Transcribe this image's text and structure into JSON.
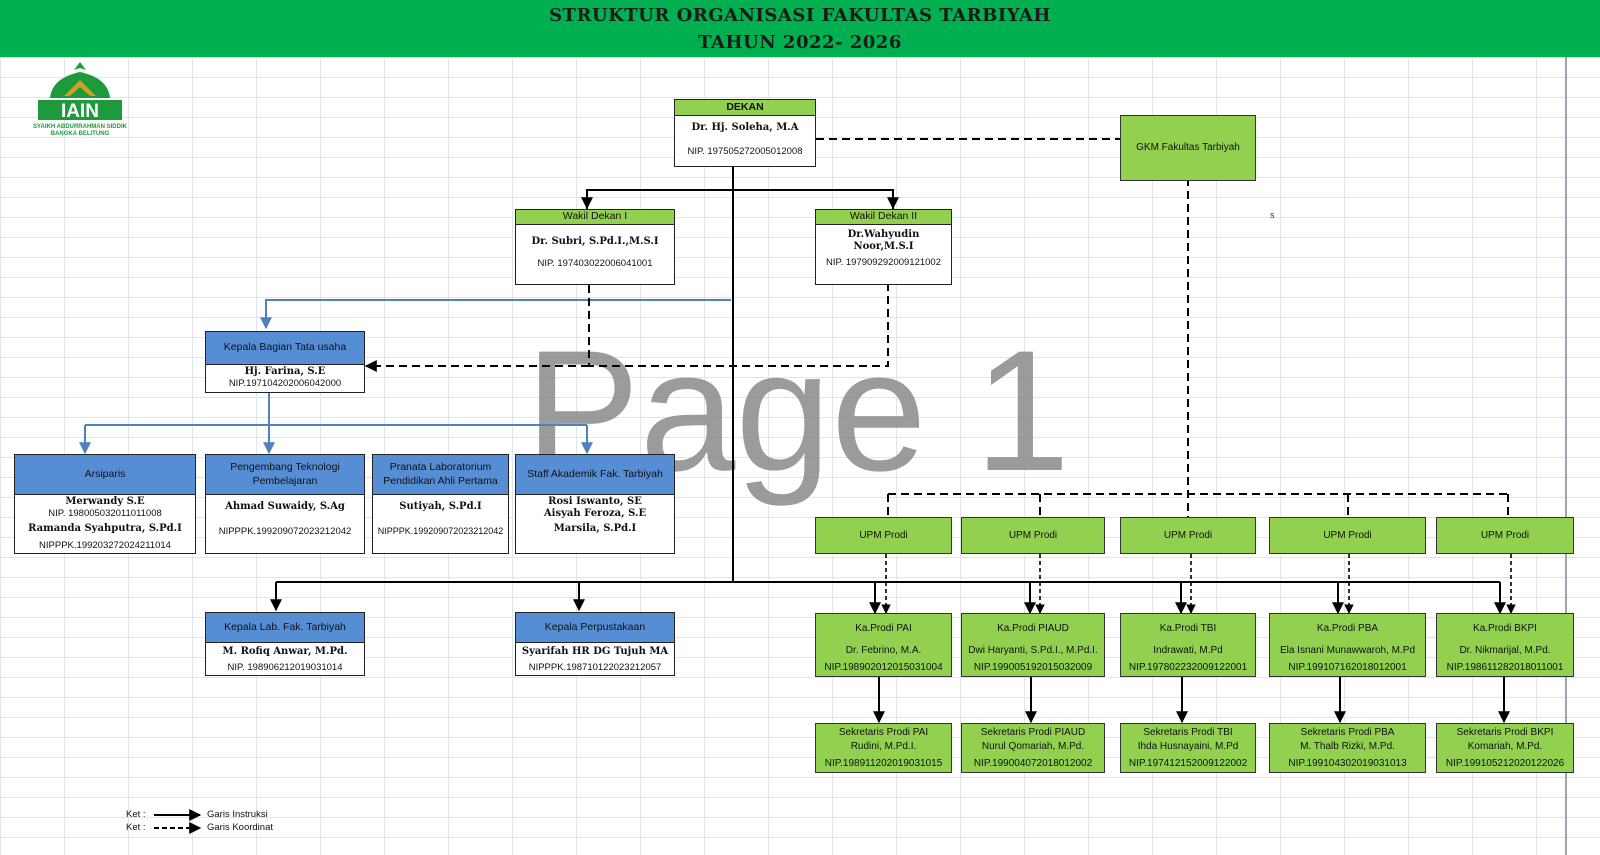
{
  "header": {
    "title_line1": "STRUKTUR ORGANISASI FAKULTAS TARBIYAH",
    "title_line2": "TAHUN 2022- 2026"
  },
  "logo": {
    "mark": "IAIN",
    "caption_line1": "SYAIKH ABDURRAHMAN SIDDIK",
    "caption_line2": "BANGKA BELITUNG"
  },
  "watermark": "Page 1",
  "stray_mark": "s",
  "dekan": {
    "title": "DEKAN",
    "name": "Dr. Hj. Soleha, M.A",
    "nip": "NIP. 197505272005012008"
  },
  "gkm": {
    "title": "GKM Fakultas Tarbiyah"
  },
  "wakil1": {
    "title": "Wakil Dekan I",
    "name": "Dr. Subri, S.Pd.I.,M.S.I",
    "nip": "NIP. 197403022006041001"
  },
  "wakil2": {
    "title": "Wakil Dekan II",
    "name_line1": "Dr.Wahyudin",
    "name_line2": "Noor,M.S.I",
    "nip": "NIP. 197909292009121002"
  },
  "kabag": {
    "title": "Kepala Bagian Tata usaha",
    "name": "Hj. Farina, S.E",
    "nip": "NIP.197104202006042000"
  },
  "arsiparis": {
    "title": "Arsiparis",
    "name1": "Merwandy S.E",
    "nip1": "NIP. 198005032011011008",
    "name2": "Ramanda Syahputra, S.Pd.I",
    "nip2": "NIPPPK.199203272024211014"
  },
  "pengembang": {
    "title_line1": "Pengembang Teknologi",
    "title_line2": "Pembelajaran",
    "name": "Ahmad Suwaidy, S.Ag",
    "nip": "NIPPPK.199209072023212042"
  },
  "pranata": {
    "title_line1": "Pranata Laboratorium",
    "title_line2": "Pendidikan Ahli Pertama",
    "name": "Sutiyah, S.Pd.I",
    "nip": "NIPPPK.199209072023212042"
  },
  "staff": {
    "title": "Staff Akademik Fak. Tarbiyah",
    "name1": "Rosi Iswanto, SE",
    "name2": "Aisyah Feroza, S.E",
    "name3": "Marsila, S.Pd.I"
  },
  "kalab": {
    "title": "Kepala Lab. Fak. Tarbiyah",
    "name": "M. Rofiq Anwar, M.Pd.",
    "nip": "NIP. 198906212019031014"
  },
  "kapus": {
    "title": "Kepala Perpustakaan",
    "name": "Syarifah HR DG Tujuh MA",
    "nip": "NIPPPK.198710122023212057"
  },
  "upm_label": "UPM Prodi",
  "prodi": [
    {
      "kaprodi": "Ka.Prodi PAI",
      "name": "Dr. Febrino, M.A.",
      "nip": "NIP.198902012015031004",
      "sek": "Sekretaris Prodi PAI",
      "sek_name": "Rudini, M.Pd.I.",
      "sek_nip": "NIP.198911202019031015"
    },
    {
      "kaprodi": "Ka.Prodi PIAUD",
      "name": "Dwi Haryanti, S.Pd.I., M.Pd.I.",
      "nip": "NIP.199005192015032009",
      "sek": "Sekretaris Prodi PIAUD",
      "sek_name": "Nurul Qomariah, M.Pd.",
      "sek_nip": "NIP.199004072018012002"
    },
    {
      "kaprodi": "Ka.Prodi TBI",
      "name": "Indrawati, M.Pd",
      "nip": "NIP.197802232009122001",
      "sek": "Sekretaris Prodi TBI",
      "sek_name": "Ihda Husnayaini, M.Pd",
      "sek_nip": "NIP.197412152009122002"
    },
    {
      "kaprodi": "Ka.Prodi PBA",
      "name": "Ela Isnani Munawwaroh, M.Pd",
      "nip": "NIP.199107162018012001",
      "sek": "Sekretaris Prodi PBA",
      "sek_name": "M. Thalb Rizki, M.Pd.",
      "sek_nip": "NIP.199104302019031013"
    },
    {
      "kaprodi": "Ka.Prodi BKPI",
      "name": "Dr. Nikmarijal, M.Pd.",
      "nip": "NIP.198611282018011001",
      "sek": "Sekretaris Prodi BKPI",
      "sek_name": "Komariah, M.Pd.",
      "sek_nip": "NIP.199105212020122026"
    }
  ],
  "legend": {
    "ket": "Ket :",
    "solid": "Garis Instruksi",
    "dashed": "Garis Koordinat"
  },
  "colors": {
    "header_band": "#00b050",
    "green_box": "#92d050",
    "blue_box": "#558ed5",
    "blue_line": "#4f81bd"
  }
}
